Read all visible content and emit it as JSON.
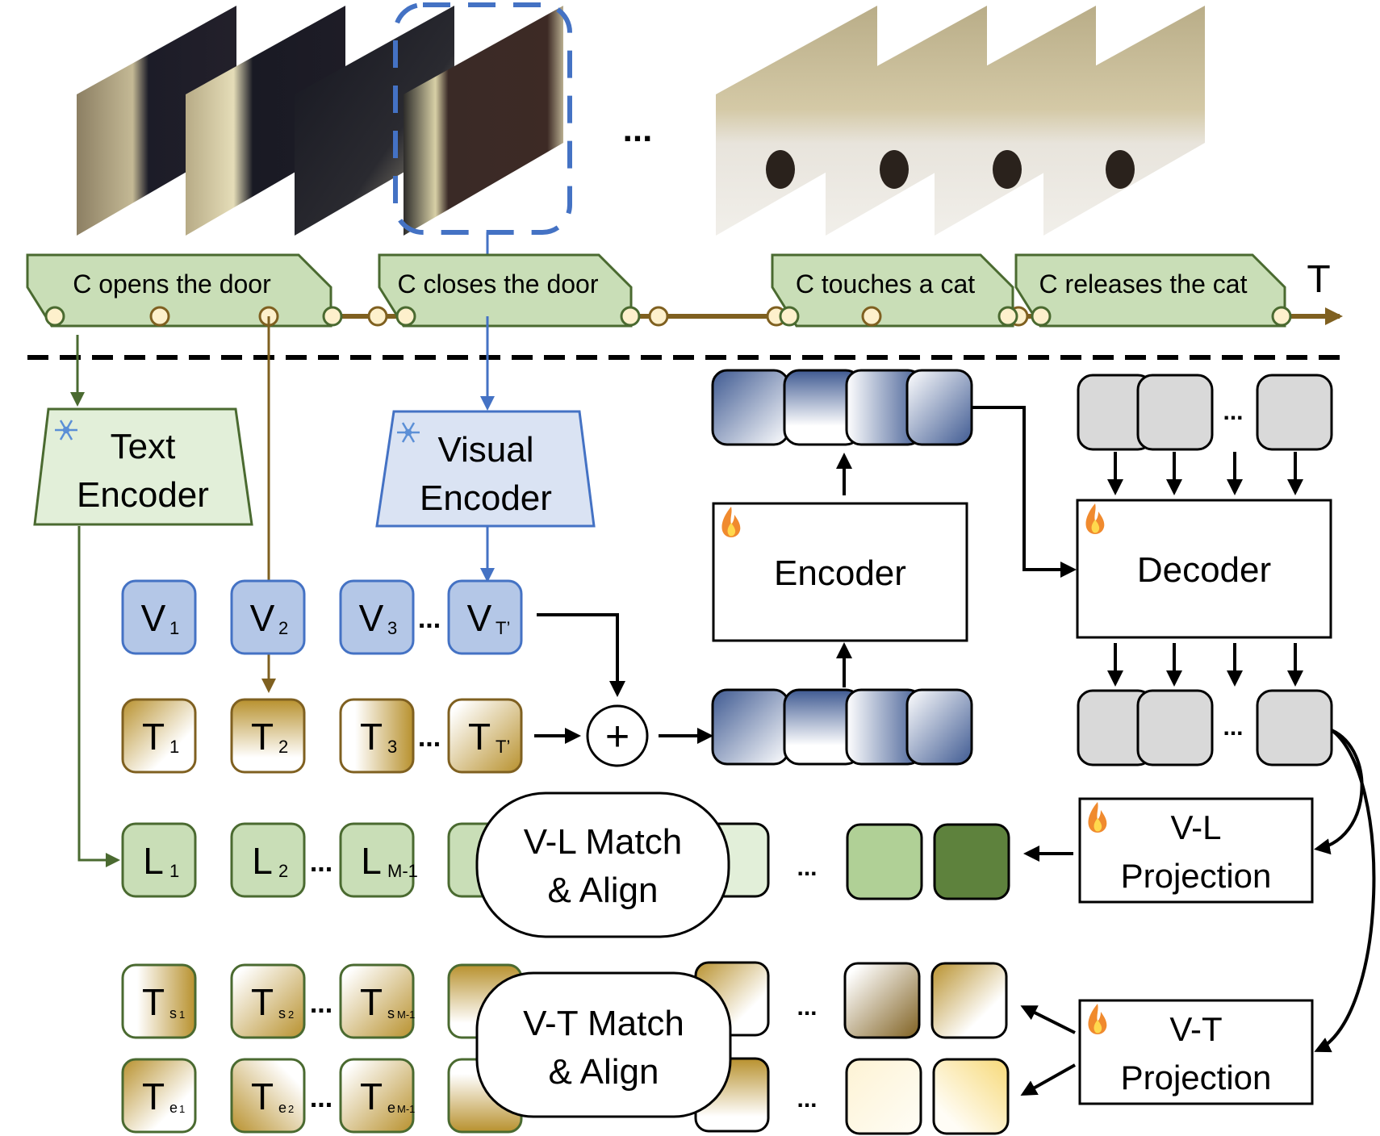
{
  "colors": {
    "timeline_axis": "#7f6020",
    "event_fill": "#c9deb7",
    "event_stroke": "#4a6a30",
    "node_fill": "#fdf0cc",
    "visual_blue": "#4472c4",
    "visual_box_fill": "#b4c7e7",
    "text_green_fill": "#c9deb7",
    "text_green_stroke": "#4a6a30",
    "t_brown": "#b8912e",
    "feature_blue": "#3f5a92",
    "gray_token": "#d9d9d9",
    "vl_light_green": "#b0d096",
    "vl_dark_green": "#5e823d",
    "vt_yellow": "#f7dc85"
  },
  "top": {
    "ellipsis": "...",
    "axis_label": "T",
    "events": [
      {
        "label": "C opens the door"
      },
      {
        "label": "C closes the door"
      },
      {
        "label": "C touches a cat"
      },
      {
        "label": "C releases the cat"
      }
    ],
    "frame_groups": [
      {
        "name": "door-frames",
        "count": 4
      },
      {
        "name": "cat-frames",
        "count": 4
      }
    ]
  },
  "encoders": {
    "text": {
      "line1": "Text",
      "line2": "Encoder",
      "icon": "snowflake-icon",
      "state": "frozen"
    },
    "visual": {
      "line1": "Visual",
      "line2": "Encoder",
      "icon": "snowflake-icon",
      "state": "frozen"
    }
  },
  "tokens": {
    "visual": [
      {
        "main": "V",
        "sub": "1"
      },
      {
        "main": "V",
        "sub": "2"
      },
      {
        "main": "V",
        "sub": "3"
      },
      {
        "main": "V",
        "sub": "T’"
      }
    ],
    "timestamp": [
      {
        "main": "T",
        "sub": "1"
      },
      {
        "main": "T",
        "sub": "2"
      },
      {
        "main": "T",
        "sub": "3"
      },
      {
        "main": "T",
        "sub": "T’"
      }
    ],
    "language": [
      {
        "main": "L",
        "sub": "1"
      },
      {
        "main": "L",
        "sub": "2"
      },
      {
        "main": "L",
        "sub": "M-1"
      }
    ],
    "start": [
      {
        "main": "T",
        "sub": "s",
        "subsub": "1"
      },
      {
        "main": "T",
        "sub": "s",
        "subsub": "2"
      },
      {
        "main": "T",
        "sub": "s",
        "subsub": "M-1"
      }
    ],
    "end": [
      {
        "main": "T",
        "sub": "e",
        "subsub": "1"
      },
      {
        "main": "T",
        "sub": "e",
        "subsub": "2"
      },
      {
        "main": "T",
        "sub": "e",
        "subsub": "M-1"
      }
    ],
    "ellipsis": "..."
  },
  "fusion": {
    "symbol": "+"
  },
  "blocks": {
    "encoder": {
      "label": "Encoder",
      "icon": "fire-icon",
      "state": "trainable"
    },
    "decoder": {
      "label": "Decoder",
      "icon": "fire-icon",
      "state": "trainable"
    },
    "vl_projection": {
      "line1": "V-L",
      "line2": "Projection",
      "icon": "fire-icon"
    },
    "vt_projection": {
      "line1": "V-T",
      "line2": "Projection",
      "icon": "fire-icon"
    }
  },
  "match": {
    "vl": {
      "line1": "V-L Match",
      "line2": "& Align"
    },
    "vt": {
      "line1": "V-T Match",
      "line2": "& Align"
    }
  }
}
